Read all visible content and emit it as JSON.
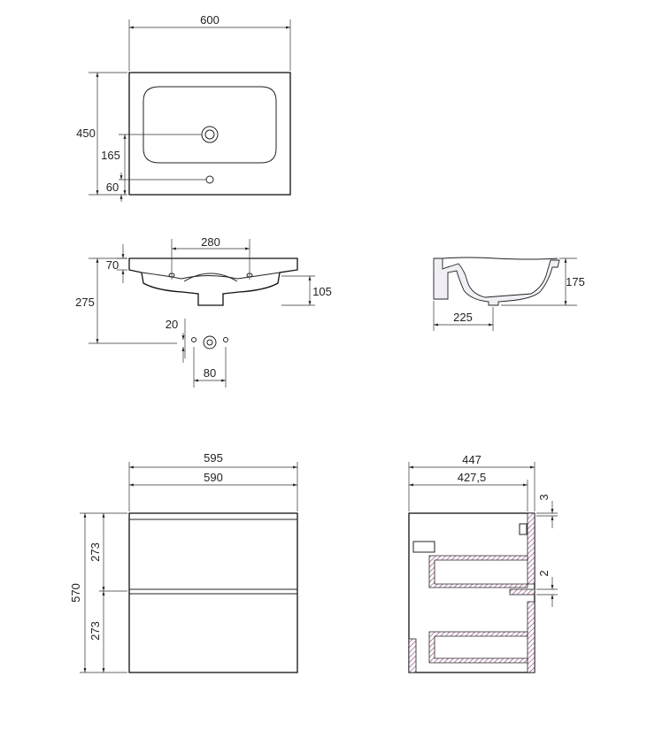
{
  "top_view": {
    "width": "600",
    "depth": "450",
    "tap_hole_offset": "165",
    "overflow_offset": "60"
  },
  "front_view": {
    "tap_spacing": "280",
    "rim_height": "70",
    "total_height": "275",
    "bowl_depth": "105"
  },
  "tap_detail": {
    "hole_offset": "20",
    "hole_spacing": "80"
  },
  "side_section": {
    "height": "175",
    "drain_offset": "225"
  },
  "cabinet_front": {
    "outer_width": "595",
    "inner_width": "590",
    "total_height": "570",
    "drawer1_height": "273",
    "drawer2_height": "273"
  },
  "cabinet_side": {
    "outer_depth": "447",
    "inner_depth": "427,5",
    "top_gap": "3",
    "drawer_gap": "2"
  }
}
